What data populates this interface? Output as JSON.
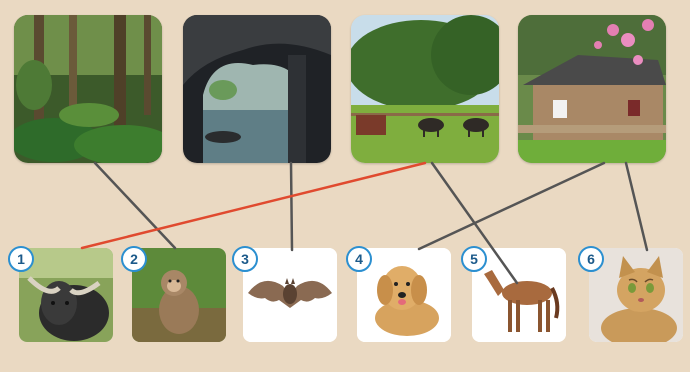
{
  "habitats": [
    {
      "id": "h1",
      "icon": "rainforest-scene"
    },
    {
      "id": "h2",
      "icon": "cave-scene"
    },
    {
      "id": "h3",
      "icon": "pasture-with-buffaloes-scene"
    },
    {
      "id": "h4",
      "icon": "village-house-with-blossom-scene"
    }
  ],
  "animals": [
    {
      "number": "1",
      "icon": "water-buffalo"
    },
    {
      "number": "2",
      "icon": "monkey"
    },
    {
      "number": "3",
      "icon": "bat"
    },
    {
      "number": "4",
      "icon": "dog"
    },
    {
      "number": "5",
      "icon": "horse"
    },
    {
      "number": "6",
      "icon": "cat"
    }
  ],
  "connections": [
    {
      "habitat": "h1",
      "animal": "2",
      "color": "#555555"
    },
    {
      "habitat": "h2",
      "animal": "3",
      "color": "#555555"
    },
    {
      "habitat": "h3",
      "animal": "1",
      "color": "#e04a2f"
    },
    {
      "habitat": "h3",
      "animal": "5",
      "color": "#555555"
    },
    {
      "habitat": "h4",
      "animal": "4",
      "color": "#555555"
    },
    {
      "habitat": "h4",
      "animal": "6",
      "color": "#555555"
    }
  ],
  "colors": {
    "background": "#ead9c2",
    "badge_border": "#2b8fd0",
    "highlight_line": "#e04a2f",
    "line": "#555555"
  }
}
